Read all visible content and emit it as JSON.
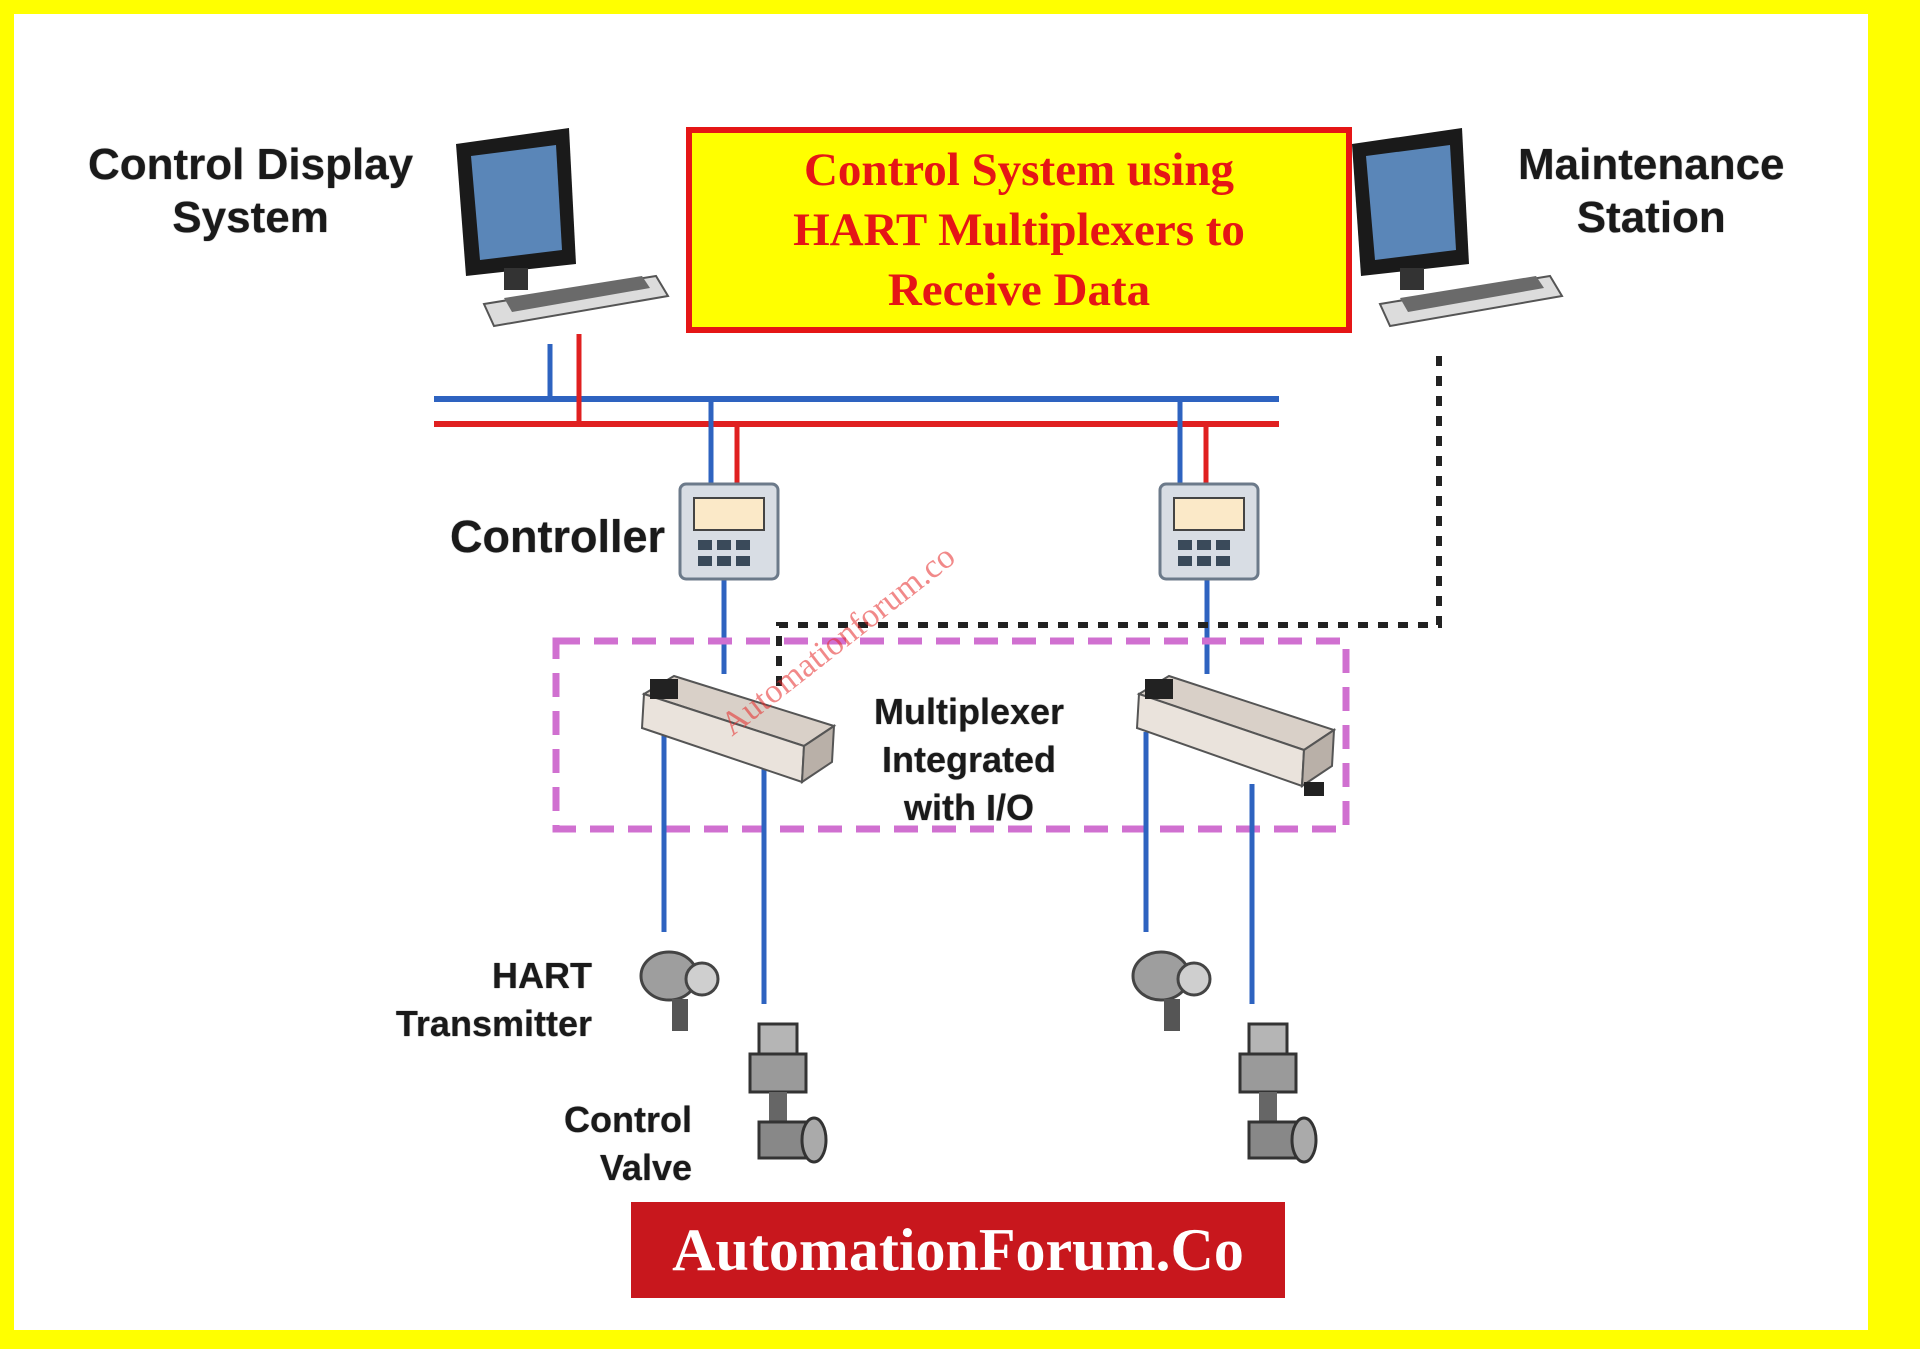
{
  "title": "Control System using\nHART Multiplexers to\nReceive Data",
  "labels": {
    "control_display": "Control Display\nSystem",
    "maintenance": "Maintenance\nStation",
    "controller": "Controller",
    "multiplexer": "Multiplexer\nIntegrated\nwith I/O",
    "hart_transmitter": "HART\nTransmitter",
    "control_valve": "Control\nValve"
  },
  "watermark": "Automationforum.co",
  "brand": "AutomationForum.Co",
  "colors": {
    "border": "#ffff00",
    "title_text": "#e51616",
    "title_border": "#e51616",
    "blue_bus": "#2e63c0",
    "red_bus": "#e02020",
    "dashed_box": "#d070d0",
    "brand_bg": "#c8171d"
  },
  "icons": [
    "computer-icon",
    "controller-icon",
    "multiplexer-icon",
    "transmitter-icon",
    "valve-icon"
  ]
}
